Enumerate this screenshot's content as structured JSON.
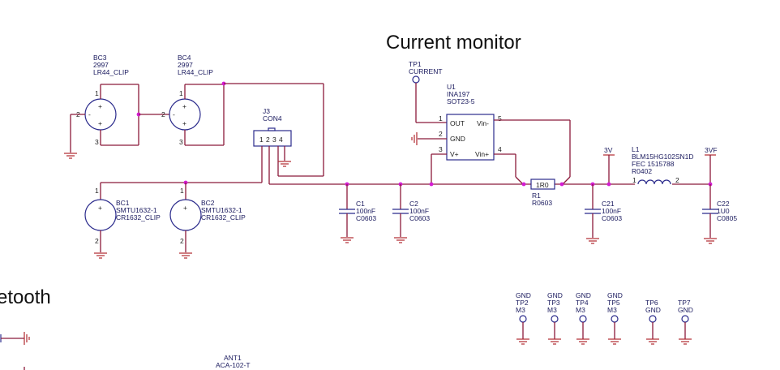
{
  "sections": {
    "current_monitor_title": "Current monitor",
    "bluetooth_title_partial": "etooth"
  },
  "components": {
    "BC3": {
      "ref": "BC3",
      "value": "2997",
      "footprint": "LR44_CLIP",
      "pins": [
        "1",
        "2",
        "3"
      ]
    },
    "BC4": {
      "ref": "BC4",
      "value": "2997",
      "footprint": "LR44_CLIP",
      "pins": [
        "1",
        "2",
        "3"
      ]
    },
    "BC1": {
      "ref": "BC1",
      "value": "SMTU1632-1",
      "footprint": "CR1632_CLIP",
      "pins": [
        "1",
        "2"
      ]
    },
    "BC2": {
      "ref": "BC2",
      "value": "SMTU1632-1",
      "footprint": "CR1632_CLIP",
      "pins": [
        "1",
        "2"
      ]
    },
    "J3": {
      "ref": "J3",
      "value": "CON4",
      "pins": [
        "1",
        "2",
        "3",
        "4"
      ]
    },
    "TP1": {
      "ref": "TP1",
      "value": "CURRENT"
    },
    "U1": {
      "ref": "U1",
      "value": "INA197",
      "footprint": "SOT23-5",
      "pins": [
        {
          "num": "1",
          "name": "OUT"
        },
        {
          "num": "2",
          "name": "GND"
        },
        {
          "num": "3",
          "name": "V+"
        },
        {
          "num": "4",
          "name": "Vin+"
        },
        {
          "num": "5",
          "name": "Vin-"
        }
      ]
    },
    "C1": {
      "ref": "C1",
      "value": "100nF",
      "footprint": "C0603"
    },
    "C2": {
      "ref": "C2",
      "value": "100nF",
      "footprint": "C0603"
    },
    "R1": {
      "ref": "R1",
      "value": "1R0",
      "footprint": "R0603"
    },
    "C21": {
      "ref": "C21",
      "value": "100nF",
      "footprint": "C0603"
    },
    "L1": {
      "ref": "L1",
      "value": "BLM15HG102SN1D",
      "order": "FEC 1515788",
      "footprint": "R0402",
      "pins": [
        "1",
        "2"
      ]
    },
    "C22": {
      "ref": "C22",
      "value": "1U0",
      "footprint": "C0805"
    },
    "ANT1": {
      "ref": "ANT1",
      "value": "ACA-102-T"
    }
  },
  "nets": {
    "v3": "3V",
    "v3f": "3VF"
  },
  "test_points": [
    {
      "net": "GND",
      "ref": "TP2",
      "value": "M3"
    },
    {
      "net": "GND",
      "ref": "TP3",
      "value": "M3"
    },
    {
      "net": "GND",
      "ref": "TP4",
      "value": "M3"
    },
    {
      "net": "GND",
      "ref": "TP5",
      "value": "M3"
    },
    {
      "net": "",
      "ref": "TP6",
      "value": "GND"
    },
    {
      "net": "",
      "ref": "TP7",
      "value": "GND"
    }
  ]
}
